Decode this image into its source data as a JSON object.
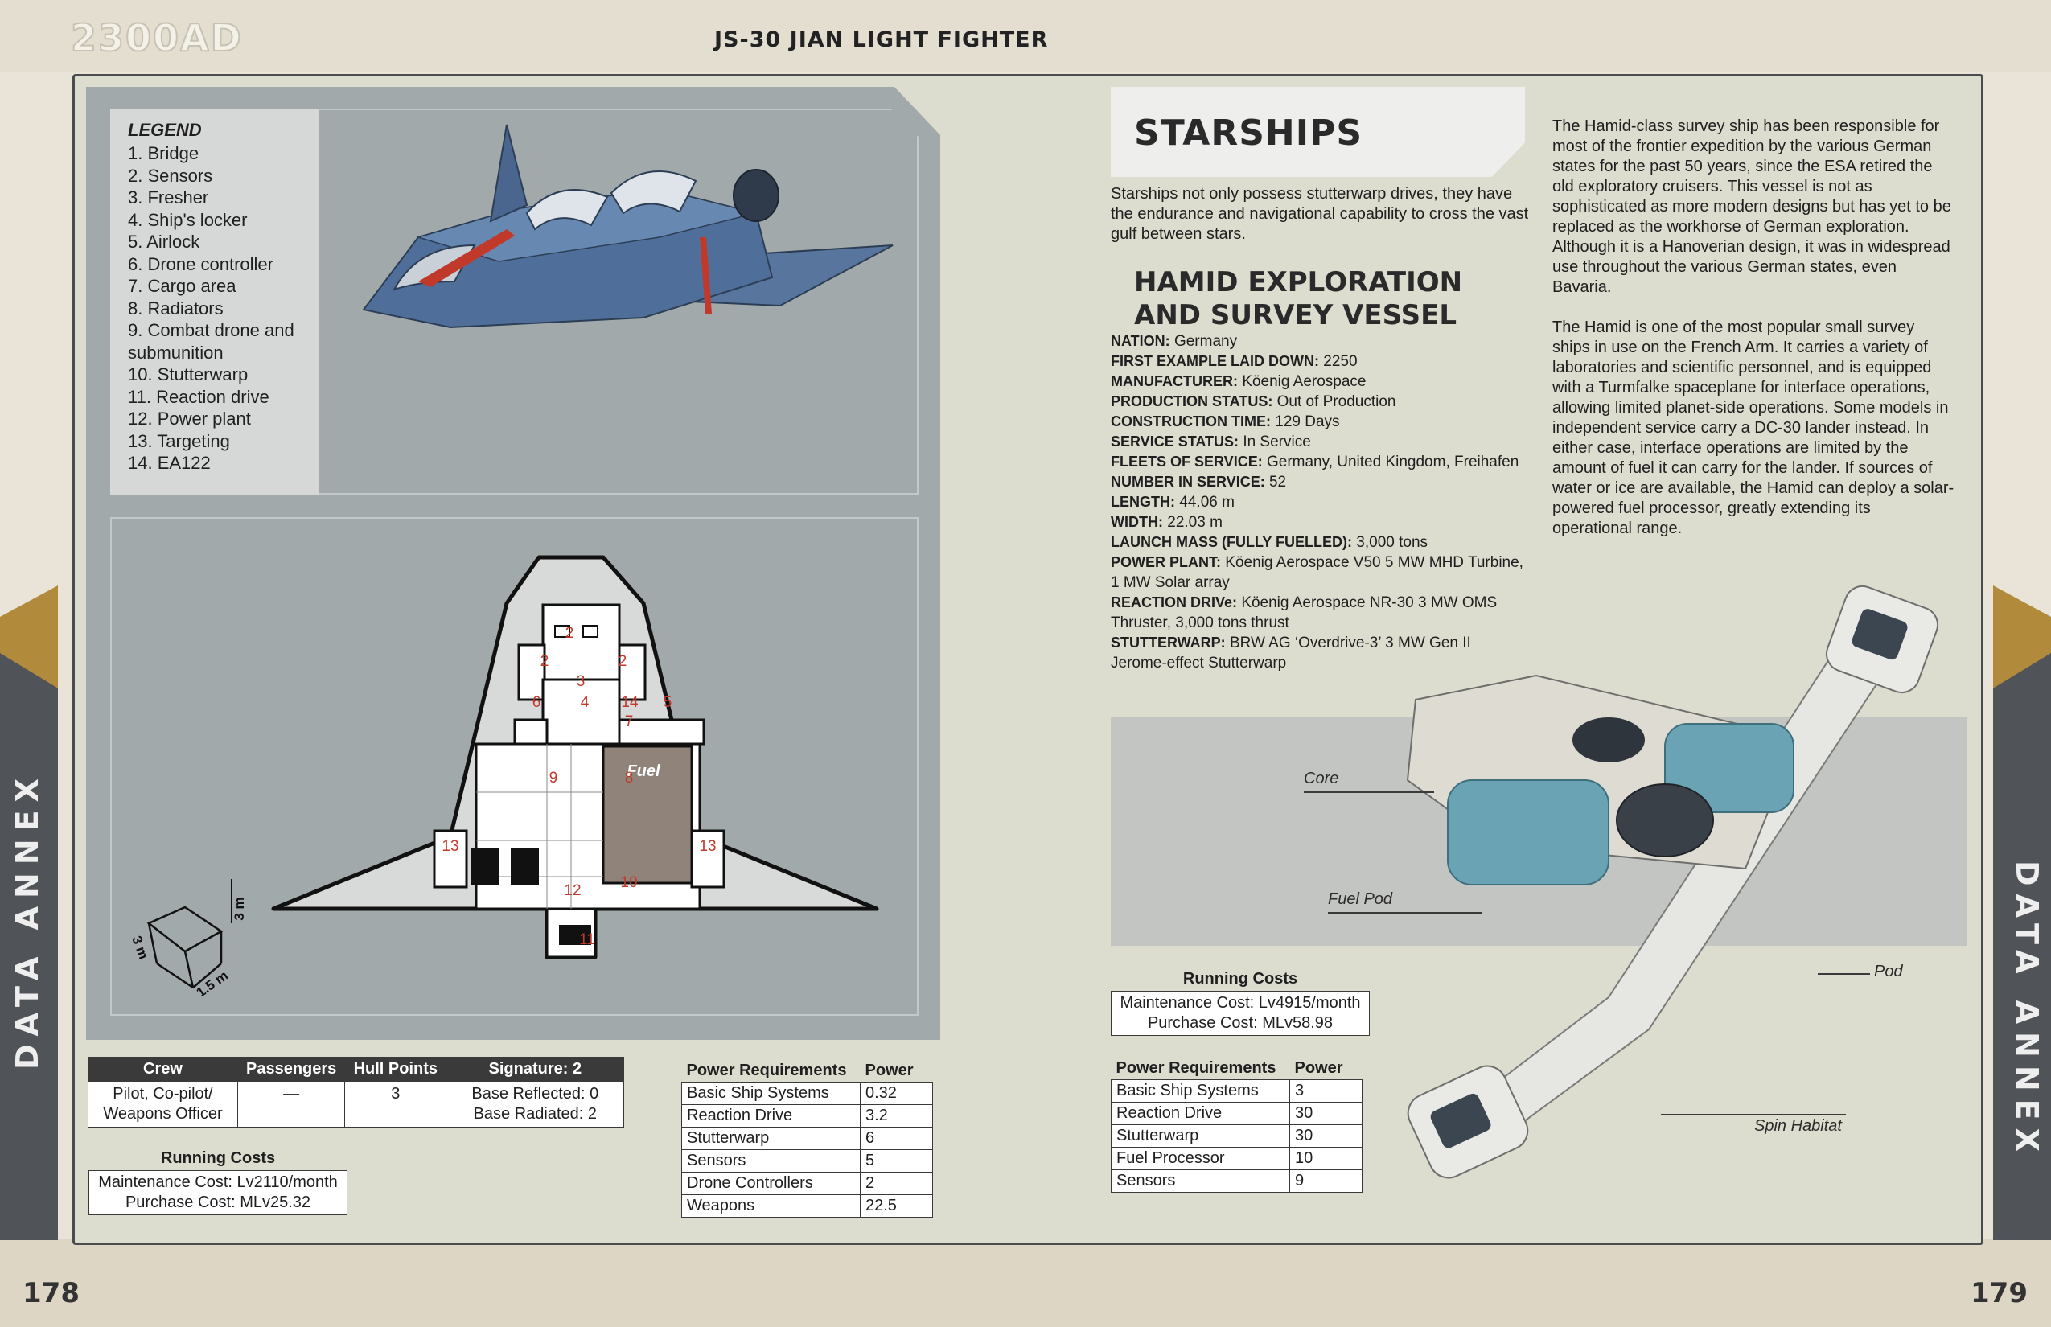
{
  "header": {
    "logo": "2300AD",
    "running_title": "JS-30 JIAN LIGHT FIGHTER"
  },
  "side_ribbon": {
    "left": "DATA ANNEX",
    "right": "DATA ANNEX"
  },
  "page_numbers": {
    "left": "178",
    "right": "179"
  },
  "legend": {
    "title": "LEGEND",
    "items": [
      "1. Bridge",
      "2. Sensors",
      "3. Fresher",
      "4. Ship's locker",
      "5. Airlock",
      "6. Drone controller",
      "7. Cargo area",
      "8. Radiators",
      "9. Combat drone and submunition",
      "10. Stutterwarp",
      "11. Reaction drive",
      "12. Power plant",
      "13. Targeting",
      "14. EA122"
    ]
  },
  "deckplan": {
    "fuel_label": "Fuel",
    "room_numbers": [
      "2",
      "2",
      "2",
      "3",
      "4",
      "14",
      "5",
      "6",
      "7",
      "9",
      "8",
      "13",
      "13",
      "12",
      "10",
      "11"
    ],
    "scale": {
      "height": "3 m",
      "depth": "3 m",
      "width": "1.5 m"
    }
  },
  "jian": {
    "crew_table": {
      "headers": [
        "Crew",
        "Passengers",
        "Hull Points",
        "Signature: 2"
      ],
      "crew": [
        "Pilot, Co-pilot/",
        "Weapons Officer"
      ],
      "passengers": "—",
      "hull_points": "3",
      "signature": [
        "Base Reflected: 0",
        "Base Radiated: 2"
      ]
    },
    "running_costs": {
      "title": "Running Costs",
      "maintenance": "Maintenance Cost: Lv2110/month",
      "purchase": "Purchase Cost: MLv25.32"
    },
    "power": {
      "headers": [
        "Power Requirements",
        "Power"
      ],
      "rows": [
        [
          "Basic Ship Systems",
          "0.32"
        ],
        [
          "Reaction Drive",
          "3.2"
        ],
        [
          "Stutterwarp",
          "6"
        ],
        [
          "Sensors",
          "5"
        ],
        [
          "Drone Controllers",
          "2"
        ],
        [
          "Weapons",
          "22.5"
        ]
      ]
    }
  },
  "starships": {
    "heading": "STARSHIPS",
    "intro": "Starships not only possess stutterwarp drives, they have the endurance and navigational capability to cross the vast gulf between stars.",
    "vessel_title": [
      "HAMID EXPLORATION",
      "AND SURVEY VESSEL"
    ],
    "specs": [
      {
        "k": "NATION:",
        "v": "Germany"
      },
      {
        "k": "FIRST EXAMPLE LAID DOWN:",
        "v": "2250"
      },
      {
        "k": "MANUFACTURER:",
        "v": "Köenig Aerospace"
      },
      {
        "k": "PRODUCTION STATUS:",
        "v": "Out of Production"
      },
      {
        "k": "CONSTRUCTION TIME:",
        "v": "129 Days"
      },
      {
        "k": "SERVICE STATUS:",
        "v": "In Service"
      },
      {
        "k": "FLEETS OF SERVICE:",
        "v": "Germany, United Kingdom, Freihafen"
      },
      {
        "k": "NUMBER IN SERVICE:",
        "v": "52"
      },
      {
        "k": "LENGTH:",
        "v": "44.06 m"
      },
      {
        "k": "WIDTH:",
        "v": "22.03 m"
      },
      {
        "k": "LAUNCH MASS (FULLY FUELLED):",
        "v": "3,000 tons"
      },
      {
        "k": "POWER PLANT:",
        "v": "Köenig Aerospace V50 5 MW MHD Turbine, 1 MW Solar array"
      },
      {
        "k": "REACTION DRIVe:",
        "v": "Köenig Aerospace NR-30 3 MW OMS Thruster, 3,000 tons thrust"
      },
      {
        "k": "STUTTERWARP:",
        "v": "BRW AG ‘Overdrive-3’ 3 MW Gen II Jerome-effect Stutterwarp"
      }
    ],
    "para1": "The Hamid-class survey ship has been responsible for most of the frontier expedition by the various German states for the past 50 years, since the ESA retired the old exploratory cruisers. This vessel is not as sophisticated as more modern designs but has yet to be replaced as the workhorse of German exploration. Although it is a Hanoverian design, it was in widespread use throughout the various German states, even Bavaria.",
    "para2": "The Hamid is one of the most popular small survey ships in use on the French Arm. It carries a variety of laboratories and scientific personnel, and is equipped with a Turmfalke spaceplane for interface operations, allowing limited planet-side operations. Some models in independent service carry a DC-30 lander instead. In either case, interface operations are limited by the amount of fuel it can carry for the lander. If sources of water or ice are available, the Hamid can deploy a solar-powered fuel processor, greatly extending its operational range."
  },
  "hamid": {
    "callouts": {
      "core": "Core",
      "fuel_pod": "Fuel Pod",
      "pod": "Pod",
      "spin_habitat": "Spin Habitat"
    },
    "running_costs": {
      "title": "Running Costs",
      "maintenance": "Maintenance Cost: Lv4915/month",
      "purchase": "Purchase Cost: MLv58.98"
    },
    "power": {
      "headers": [
        "Power Requirements",
        "Power"
      ],
      "rows": [
        [
          "Basic Ship Systems",
          "3"
        ],
        [
          "Reaction Drive",
          "30"
        ],
        [
          "Stutterwarp",
          "30"
        ],
        [
          "Fuel Processor",
          "10"
        ],
        [
          "Sensors",
          "9"
        ]
      ]
    }
  },
  "colors": {
    "panel": "#a2a9ab",
    "ribbon_gold": "#b18a3c",
    "ribbon_dark": "#505459",
    "room_number": "#c0392b",
    "fighter_blue": "#4f6f9a",
    "hamid_teal": "#6aa3b3"
  }
}
